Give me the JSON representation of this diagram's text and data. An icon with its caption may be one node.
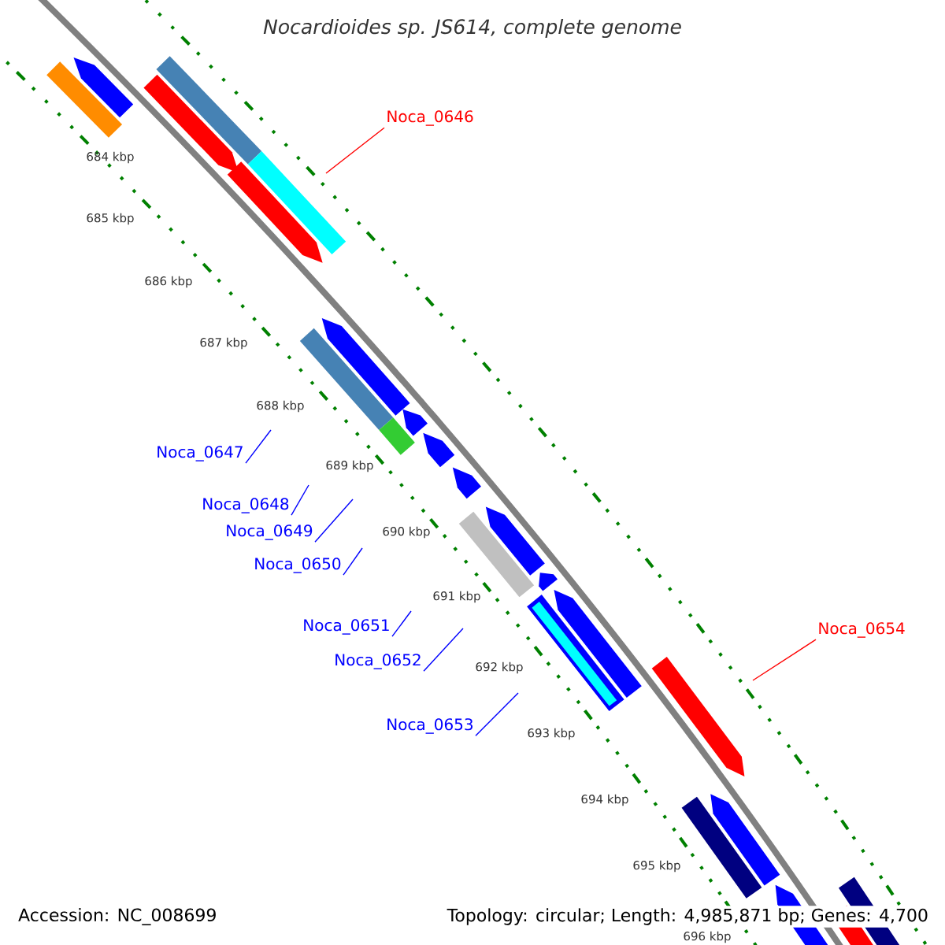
{
  "diagram": {
    "title": "Nocardioides sp. JS614, complete genome",
    "nodes": [
      {
        "text": [
          "Noca_0646"
        ]
      },
      {
        "text": [
          "Noca_0647"
        ]
      },
      {
        "text": [
          "Noca_0648"
        ]
      },
      {
        "text": [
          "Noca_0649"
        ]
      },
      {
        "text": [
          "Noca_0650"
        ]
      },
      {
        "text": [
          "Noca_0651"
        ]
      },
      {
        "text": [
          "Noca_0652"
        ]
      },
      {
        "text": [
          "Noca_0653"
        ]
      },
      {
        "text": [
          "Noca_0654"
        ]
      }
    ],
    "edges": [
      {
        "from": 0,
        "to": null,
        "arrow": "none",
        "color": "#ff0000"
      },
      {
        "from": 1,
        "to": null,
        "arrow": "none"
      },
      {
        "from": 2,
        "to": null,
        "arrow": "none"
      },
      {
        "from": 3,
        "to": null,
        "arrow": "none"
      },
      {
        "from": 4,
        "to": null,
        "arrow": "none"
      },
      {
        "from": 5,
        "to": null,
        "arrow": "none"
      },
      {
        "from": 6,
        "to": null,
        "arrow": "none"
      },
      {
        "from": 7,
        "to": null,
        "arrow": "none"
      },
      {
        "from": 8,
        "to": null,
        "arrow": "none",
        "color": "#ff0000"
      }
    ],
    "labels": [
      "684 kbp",
      "685 kbp",
      "686 kbp",
      "687 kbp",
      "688 kbp",
      "689 kbp",
      "690 kbp",
      "691 kbp",
      "692 kbp",
      "693 kbp",
      "694 kbp",
      "695 kbp",
      "696 kbp",
      "Accession: NC_008699",
      "Topology: circular; Length: 4,985,871 bp; Genes: 4,700"
    ]
  }
}
